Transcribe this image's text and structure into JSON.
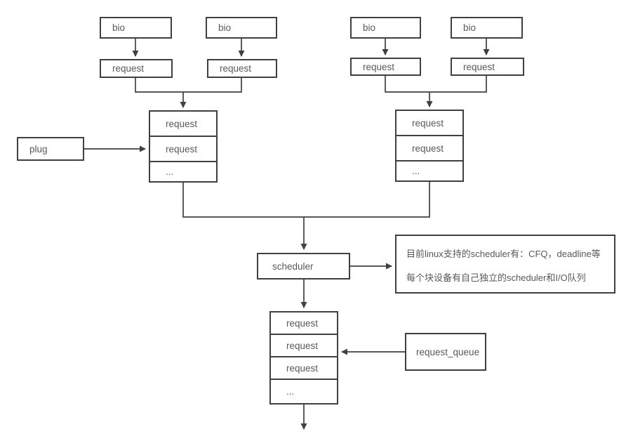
{
  "diagram": {
    "colors": {
      "line": "#404040",
      "text": "#595959",
      "background": "#ffffff"
    },
    "bio_boxes": [
      {
        "label": "bio"
      },
      {
        "label": "bio"
      },
      {
        "label": "bio"
      },
      {
        "label": "bio"
      }
    ],
    "request_boxes": [
      {
        "label": "request"
      },
      {
        "label": "request"
      },
      {
        "label": "request"
      },
      {
        "label": "request"
      }
    ],
    "plug": {
      "label": "plug"
    },
    "left_queue": {
      "rows": [
        "request",
        "request",
        "..."
      ]
    },
    "right_queue": {
      "rows": [
        "request",
        "request",
        "..."
      ]
    },
    "scheduler": {
      "label": "scheduler"
    },
    "annotation": {
      "line1": "目前linux支持的scheduler有：CFQ，deadline等",
      "line2": "每个块设备有自己独立的scheduler和I/O队列"
    },
    "dispatch_queue": {
      "rows": [
        "request",
        "request",
        "request",
        "..."
      ]
    },
    "request_queue": {
      "label": "request_queue"
    }
  }
}
